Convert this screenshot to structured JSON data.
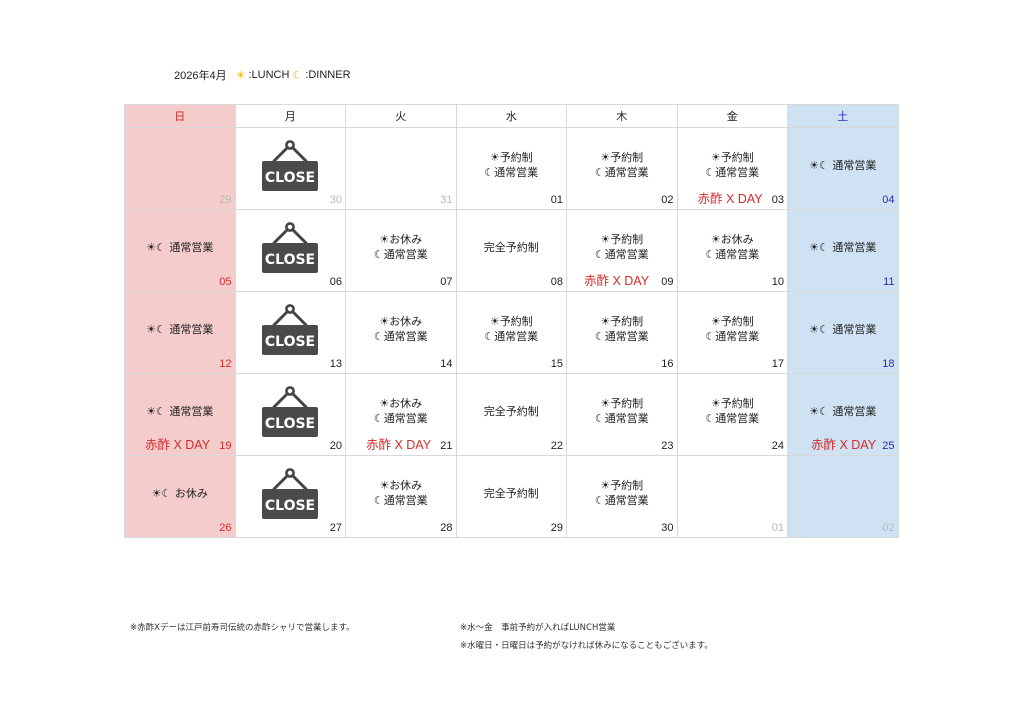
{
  "legend": {
    "month": "2026年4月",
    "sun_icon": "☀",
    "lunch_label": ":LUNCH",
    "moon_icon": "☾",
    "dinner_label": ":DINNER"
  },
  "calendar": {
    "weekdays": [
      "日",
      "月",
      "火",
      "水",
      "木",
      "金",
      "土"
    ],
    "colors": {
      "sunday_bg": "#f4cccc",
      "saturday_bg": "#cfe2f3",
      "sunday_text": "#d52b2b",
      "saturday_text": "#2a2ab8",
      "xday_text": "#d52b2b"
    },
    "close_label": "CLOSE",
    "weeks": [
      [
        {
          "day": "29",
          "muted": true,
          "lines": []
        },
        {
          "day": "30",
          "muted": true,
          "close": true
        },
        {
          "day": "31",
          "muted": true,
          "lines": []
        },
        {
          "day": "01",
          "lunch": "予約制",
          "dinner": "通常営業"
        },
        {
          "day": "02",
          "lunch": "予約制",
          "dinner": "通常営業"
        },
        {
          "day": "03",
          "lunch": "予約制",
          "dinner": "通常営業",
          "xday": "赤酢 X DAY"
        },
        {
          "day": "04",
          "both": "通常営業"
        }
      ],
      [
        {
          "day": "05",
          "both": "通常営業"
        },
        {
          "day": "06",
          "close": true
        },
        {
          "day": "07",
          "lunch": "お休み",
          "dinner": "通常営業"
        },
        {
          "day": "08",
          "text": "完全予約制"
        },
        {
          "day": "09",
          "lunch": "予約制",
          "dinner": "通常営業",
          "xday": "赤酢 X DAY"
        },
        {
          "day": "10",
          "lunch": "お休み",
          "dinner": "通常営業"
        },
        {
          "day": "11",
          "both": "通常営業"
        }
      ],
      [
        {
          "day": "12",
          "both": "通常営業"
        },
        {
          "day": "13",
          "close": true
        },
        {
          "day": "14",
          "lunch": "お休み",
          "dinner": "通常営業"
        },
        {
          "day": "15",
          "lunch": "予約制",
          "dinner": "通常営業"
        },
        {
          "day": "16",
          "lunch": "予約制",
          "dinner": "通常営業"
        },
        {
          "day": "17",
          "lunch": "予約制",
          "dinner": "通常営業"
        },
        {
          "day": "18",
          "both": "通常営業"
        }
      ],
      [
        {
          "day": "19",
          "both": "通常営業",
          "xday": "赤酢 X DAY"
        },
        {
          "day": "20",
          "close": true
        },
        {
          "day": "21",
          "lunch": "お休み",
          "dinner": "通常営業",
          "xday": "赤酢 X DAY"
        },
        {
          "day": "22",
          "text": "完全予約制"
        },
        {
          "day": "23",
          "lunch": "予約制",
          "dinner": "通常営業"
        },
        {
          "day": "24",
          "lunch": "予約制",
          "dinner": "通常営業"
        },
        {
          "day": "25",
          "both": "通常営業",
          "xday": "赤酢 X DAY"
        }
      ],
      [
        {
          "day": "26",
          "both": "お休み"
        },
        {
          "day": "27",
          "close": true
        },
        {
          "day": "28",
          "lunch": "お休み",
          "dinner": "通常営業"
        },
        {
          "day": "29",
          "text": "完全予約制"
        },
        {
          "day": "30",
          "lunch": "予約制",
          "dinner": "通常営業"
        },
        {
          "day": "01",
          "muted": true,
          "lines": []
        },
        {
          "day": "02",
          "muted": true,
          "lines": []
        }
      ]
    ]
  },
  "notes": {
    "left": "※赤酢Xデーは江戸前寿司伝統の赤酢シャリで営業します。",
    "right1": "※水〜金　事前予約が入ればLUNCH営業",
    "right2": "※水曜日・日曜日は予約がなければ休みになることもございます。"
  }
}
